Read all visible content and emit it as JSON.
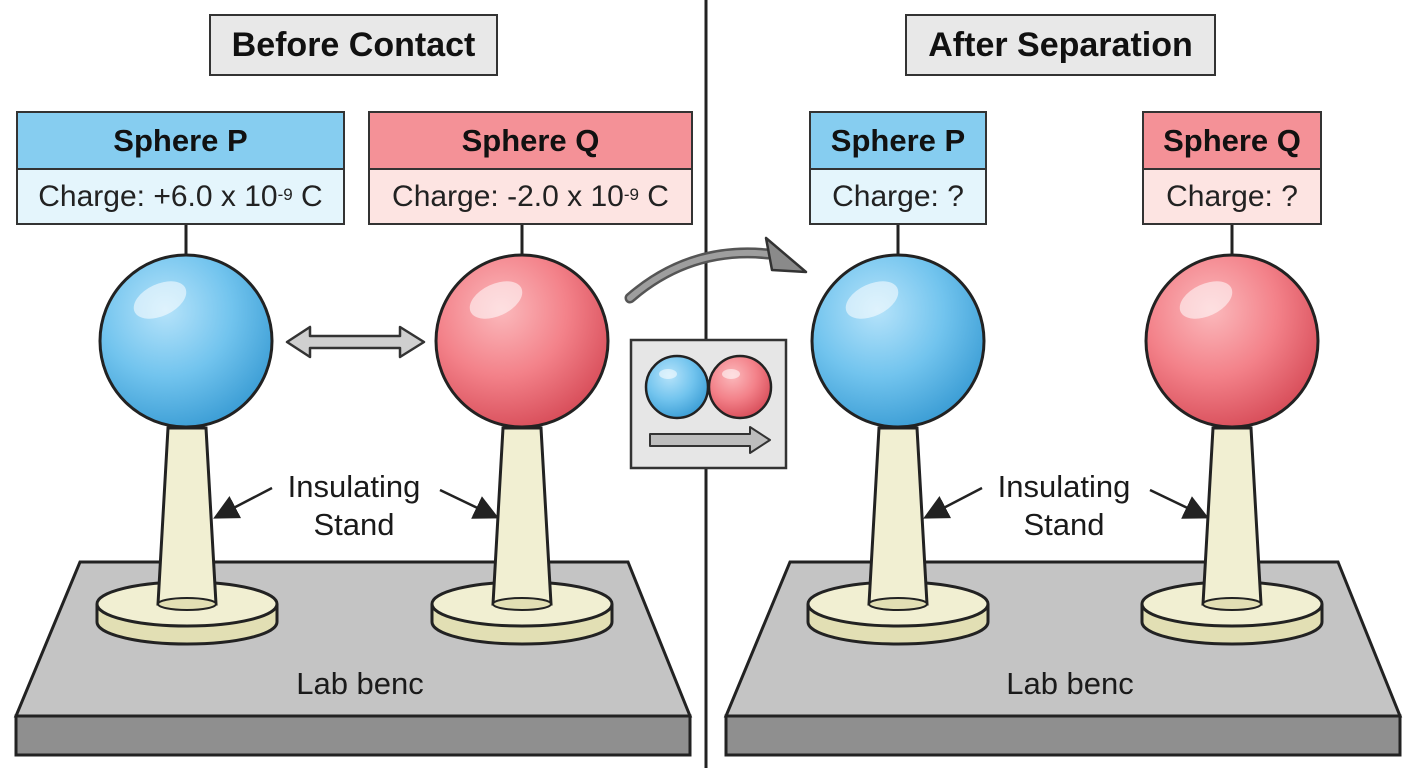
{
  "before": {
    "title": "Before Contact",
    "sphere_p": {
      "name": "Sphere P",
      "charge_prefix": "Charge: +6.0 x 10",
      "charge_exp": "-9",
      "charge_suffix": " C"
    },
    "sphere_q": {
      "name": "Sphere Q",
      "charge_prefix": "Charge: -2.0 x 10",
      "charge_exp": "-9",
      "charge_suffix": " C"
    },
    "stand_label_line1": "Insulating",
    "stand_label_line2": "Stand",
    "bench_label": "Lab benc"
  },
  "after": {
    "title": "After Separation",
    "sphere_p": {
      "name": "Sphere P",
      "charge": "Charge: ?"
    },
    "sphere_q": {
      "name": "Sphere Q",
      "charge": "Charge: ?"
    },
    "stand_label_line1": "Insulating",
    "stand_label_line2": "Stand",
    "bench_label": "Lab benc"
  },
  "colors": {
    "sphere_p": "#6ec2ee",
    "sphere_q": "#f27d86",
    "stand": "#f1efd2",
    "bench_top": "#c4c4c4",
    "bench_front": "#8f8f8f",
    "outline": "#222222"
  },
  "icons": [
    "double-arrow-icon",
    "curved-arrow-icon",
    "contact-inset-icon",
    "right-arrow-icon"
  ]
}
